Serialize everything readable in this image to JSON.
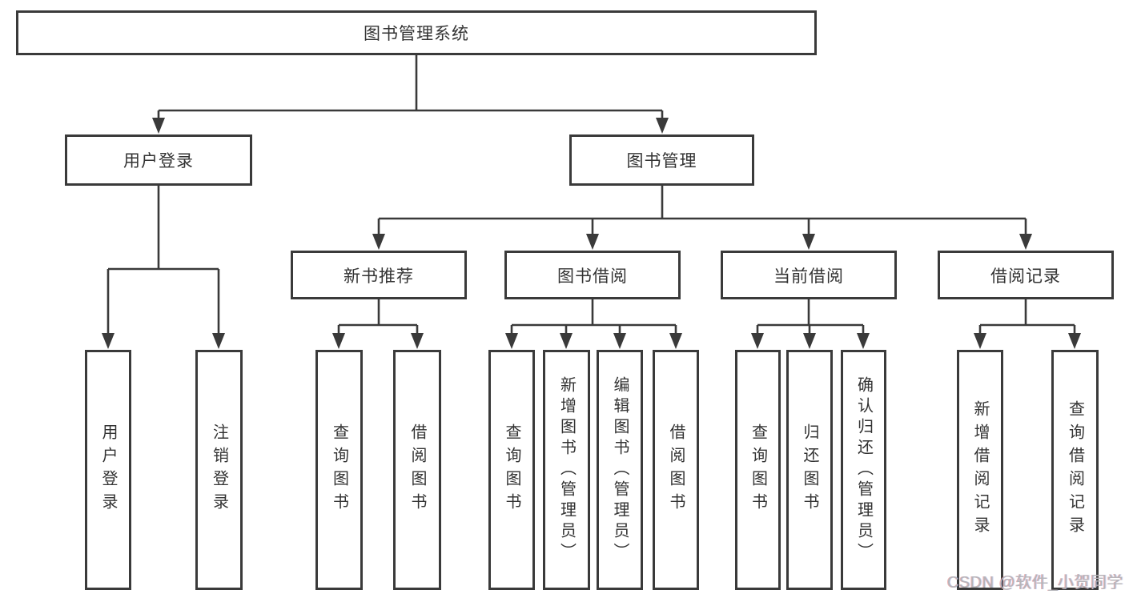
{
  "title": {
    "label": "图书管理系统"
  },
  "level2": {
    "user_login": {
      "label": "用户登录"
    },
    "book_management": {
      "label": "图书管理"
    }
  },
  "level3": {
    "new_book_recommend": {
      "label": "新书推荐"
    },
    "book_borrow": {
      "label": "图书借阅"
    },
    "current_borrow": {
      "label": "当前借阅"
    },
    "borrow_records": {
      "label": "借阅记录"
    }
  },
  "leaves": {
    "user_login": {
      "label": "用户登录"
    },
    "logout": {
      "label": "注销登录"
    },
    "recommend_query_books": {
      "label": "查询图书"
    },
    "recommend_borrow_books": {
      "label": "借阅图书"
    },
    "borrow_query_books": {
      "label": "查询图书"
    },
    "borrow_add_books": {
      "label": "新增图书（管理员）"
    },
    "borrow_edit_books": {
      "label": "编辑图书（管理员）"
    },
    "borrow_borrow_books": {
      "label": "借阅图书"
    },
    "current_query_books": {
      "label": "查询图书"
    },
    "current_return_books": {
      "label": "归还图书"
    },
    "current_confirm_return": {
      "label": "确认归还（管理员）"
    },
    "records_add_record": {
      "label": "新增借阅记录"
    },
    "records_query_record": {
      "label": "查询借阅记录"
    }
  },
  "watermark": {
    "text": "CSDN @软件_小贺同学"
  },
  "colors": {
    "line": "#3a3a3a",
    "text": "#333333",
    "watermark": "#b5b5ba",
    "background": "#ffffff"
  }
}
